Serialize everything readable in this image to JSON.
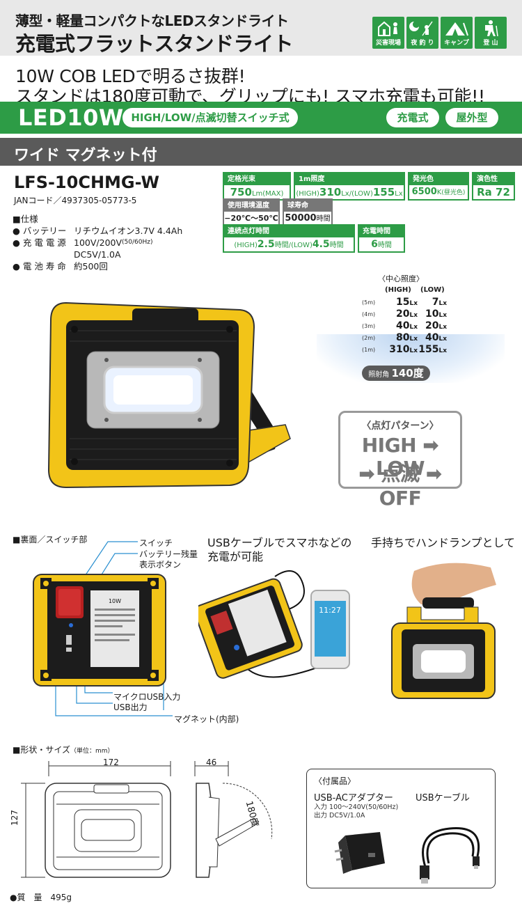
{
  "header": {
    "title_small": "薄型・軽量コンパクトなLEDスタンドライト",
    "title_large": "充電式フラットスタンドライト",
    "usage_icons": [
      {
        "label": "災害現場",
        "icon": "disaster-site-icon"
      },
      {
        "label": "夜 釣 り",
        "icon": "night-fishing-icon"
      },
      {
        "label": "キャンプ",
        "icon": "camping-icon"
      },
      {
        "label": "登 山",
        "icon": "hiking-icon"
      }
    ]
  },
  "catch": {
    "line1": "10W COB LEDで明るさ抜群!",
    "line2": "スタンドは180度可動で、グリップにも! スマホ充電も可能!!"
  },
  "green_band": {
    "main": "LED10W",
    "switch_pill": "HIGH/LOW/点滅切替スイッチ式",
    "pill_rechargeable": "充電式",
    "pill_outdoor": "屋外型"
  },
  "gray_band": {
    "text": "ワイド マグネット付"
  },
  "product": {
    "model": "LFS-10CHMG-W",
    "jan": "JANコード／4937305-05773-5"
  },
  "spec_boxes": {
    "flux": {
      "label": "定格光束",
      "value": "750",
      "unit": "Lm",
      "note": "(MAX)"
    },
    "illum1m": {
      "label": "1m照度",
      "high_prefix": "(HIGH)",
      "high": "310",
      "sep": "Lx/",
      "low_prefix": "(LOW)",
      "low": "155",
      "unit": "Lx"
    },
    "color": {
      "label": "発光色",
      "value": "6500",
      "unit": "K",
      "note": "(昼光色)"
    },
    "cri": {
      "label": "演色性",
      "value": "Ra 72"
    },
    "temp": {
      "label": "使用環境温度",
      "value": "−20℃〜50℃"
    },
    "life": {
      "label": "球寿命",
      "value": "50000",
      "unit": "時間"
    },
    "runtime": {
      "label": "連続点灯時間",
      "high_prefix": "(HIGH)",
      "high": "2.5",
      "h1": "時間/",
      "low_prefix": "(LOW)",
      "low": "4.5",
      "h2": "時間"
    },
    "charge": {
      "label": "充電時間",
      "value": "6",
      "unit": "時間"
    }
  },
  "specs": {
    "heading": "■仕様",
    "battery_key": "● バッテリー",
    "battery_val": "リチウムイオン3.7V 4.4Ah",
    "power_key": "● 充 電 電 源",
    "power_val": "100V/200V",
    "power_note": "(50/60Hz)",
    "power_val2": "DC5V/1.0A",
    "life_key": "● 電 池 寿 命",
    "life_val": "約500回"
  },
  "illuminance": {
    "title": "〈中心照度〉",
    "col_high": "(HIGH)",
    "col_low": "(LOW)",
    "unit": "Lx",
    "rows": [
      {
        "dist": "(5m)",
        "high": "15",
        "low": "7"
      },
      {
        "dist": "(4m)",
        "high": "20",
        "low": "10"
      },
      {
        "dist": "(3m)",
        "high": "40",
        "low": "20"
      },
      {
        "dist": "(2m)",
        "high": "80",
        "low": "40"
      },
      {
        "dist": "(1m)",
        "high": "310",
        "low": "155"
      }
    ],
    "angle_label": "照射角",
    "angle_value": "140度"
  },
  "pattern": {
    "title": "〈点灯パターン〉",
    "line1_a": "HIGH",
    "line1_b": "LOW",
    "line2_a": "点滅",
    "line2_b": "OFF"
  },
  "back": {
    "heading": "■裏面／スイッチ部",
    "switch": "スイッチ",
    "battery_btn1": "バッテリー残量",
    "battery_btn2": "表示ボタン",
    "micro_usb": "マイクロUSB入力",
    "usb_out": "USB出力",
    "magnet": "マグネット(内部)",
    "label_text": "10W"
  },
  "usb": {
    "line1": "USBケーブルでスマホなどの",
    "line2": "充電が可能",
    "phone_time": "11:27"
  },
  "hand": {
    "text": "手持ちでハンドランプとして"
  },
  "size": {
    "heading": "■形状・サイズ",
    "unit_note": "（単位：mm）",
    "width": "172",
    "depth": "46",
    "height": "127",
    "angle": "180度",
    "weight_key": "●質　量",
    "weight_val": "495g"
  },
  "accessories": {
    "title": "〈付属品〉",
    "adapter": "USB-ACアダプター",
    "adapter_in": "入力 100〜240V(50/60Hz)",
    "adapter_out": "出力 DC5V/1.0A",
    "cable": "USBケーブル"
  },
  "colors": {
    "green": "#2d9c46",
    "yellow": "#f2c418",
    "gray": "#5a5a5a"
  }
}
